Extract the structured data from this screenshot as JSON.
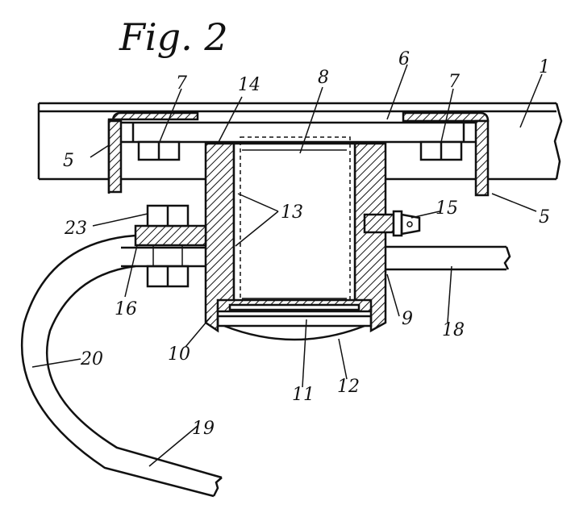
{
  "figure": {
    "title": "Fig. 2",
    "labels": {
      "l1": "1",
      "l5a": "5",
      "l5b": "5",
      "l6": "6",
      "l7a": "7",
      "l7b": "7",
      "l8": "8",
      "l9": "9",
      "l10": "10",
      "l11": "11",
      "l12": "12",
      "l13": "13",
      "l14": "14",
      "l15": "15",
      "l16": "16",
      "l18": "18",
      "l19": "19",
      "l20": "20",
      "l23": "23"
    }
  }
}
